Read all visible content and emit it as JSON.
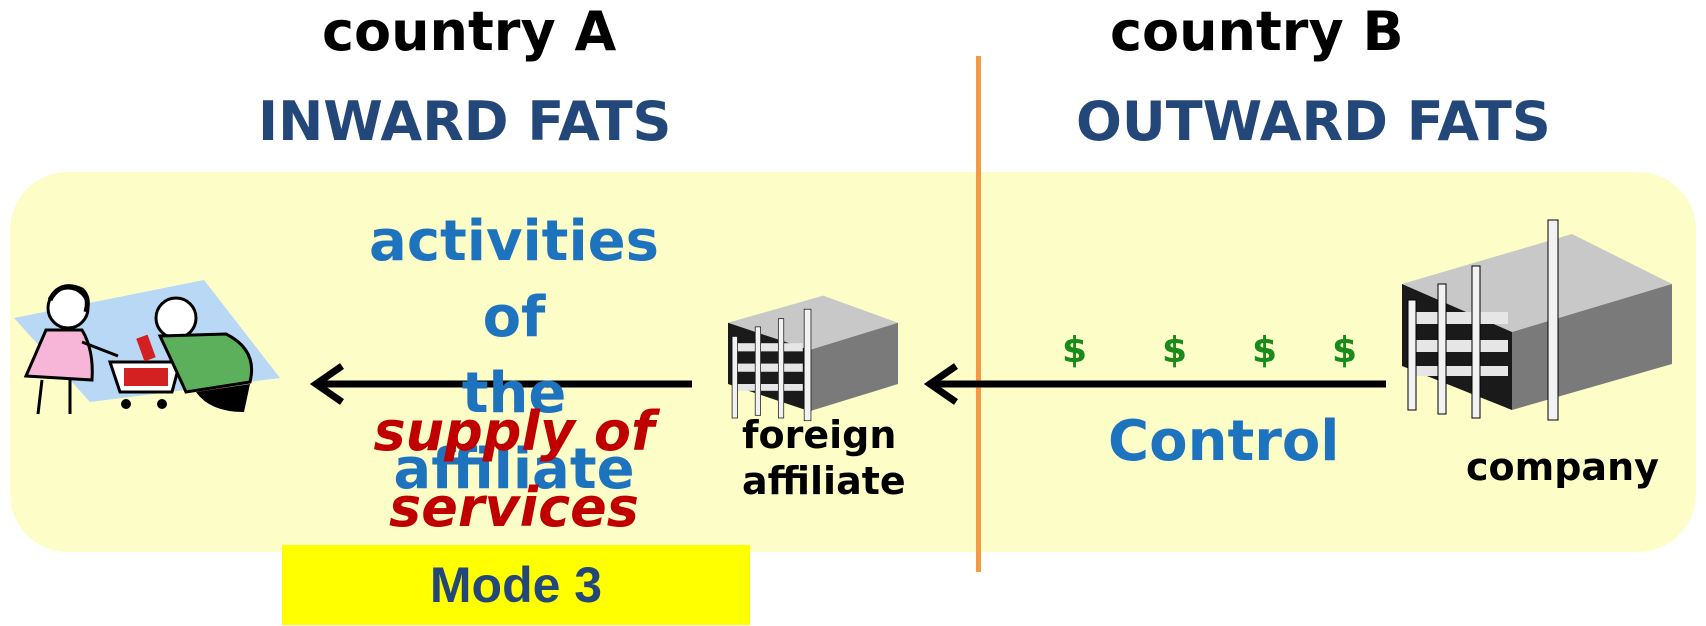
{
  "header": {
    "left_country": "country A",
    "right_country": "country B",
    "left_fats": "INWARD FATS",
    "right_fats": "OUTWARD FATS"
  },
  "flows": {
    "activities_line1": "activities of",
    "activities_line2": "the affiliate",
    "supply_line1": "supply of",
    "supply_line2": "services",
    "control": "Control",
    "dollar_symbol": "$"
  },
  "entities": {
    "affiliate_line1": "foreign",
    "affiliate_line2": "affiliate",
    "company": "company"
  },
  "mode": {
    "label": "Mode 3"
  },
  "colors": {
    "panel": "#fdfdc8",
    "divider": "#f39a47",
    "fats_title": "#24477a",
    "flow_blue": "#1e73be",
    "supply_red": "#c00000",
    "mode_box": "#ffff00",
    "dollar_green": "#1a8a1a"
  },
  "icons": [
    "shoppers-icon",
    "building-icon",
    "arrow-left-icon"
  ]
}
